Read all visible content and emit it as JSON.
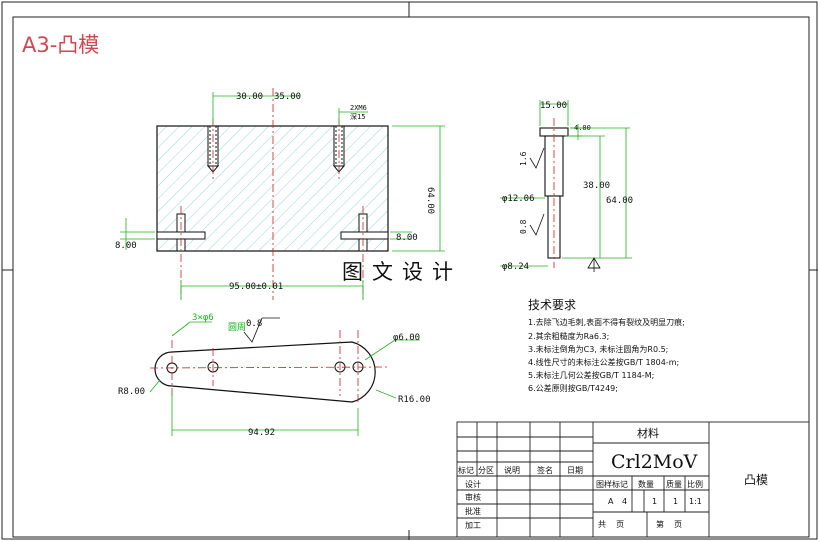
{
  "sheet": {
    "size_label": "A3-凸模"
  },
  "main_title": "图文设计",
  "front_view": {
    "dim_top_left": "30.00",
    "dim_top_right": "35.00",
    "dim_thread": "2XM6",
    "dim_thread_depth": "深15",
    "dim_height": "64.00",
    "dim_left": "8.00",
    "dim_right": "8.00",
    "dim_bottom": "95.00±0.01"
  },
  "pin_view": {
    "dim_head": "15.00",
    "dim_head_h": "4.00",
    "dim_shank": "38.00",
    "dim_total": "64.00",
    "dim_dia_upper": "φ12.06",
    "dim_dia_lower": "φ8.24",
    "rough_upper": "1.6",
    "rough_lower": "0.8"
  },
  "plan_view": {
    "dim_holes": "3×φ6",
    "label_rim": "圆周",
    "rough": "0.8",
    "dim_hole_right": "φ6.00",
    "dim_r_left": "R8.00",
    "dim_r_right": "R16.00",
    "dim_length": "94.92"
  },
  "tech_requirements": {
    "title": "技术要求",
    "items": [
      "1.去除飞边毛刺,表面不得有裂纹及明显刀痕;",
      "2.其余粗糙度为Ra6.3;",
      "3.未标注倒角为C3, 未标注圆角为R0.5;",
      "4.线性尺寸的未标注公差按GB/T 1804-m;",
      "5.未标注几何公差按GB/T 1184-M;",
      "6.公差原则按GB/T4249;"
    ]
  },
  "title_block": {
    "material_label": "材料",
    "material_value": "Crl2MoV",
    "part_name": "凸模",
    "rev_headers": [
      "标记",
      "分区",
      "说明",
      "签名",
      "日期"
    ],
    "roles": [
      "设计",
      "审核",
      "批准",
      "加工"
    ],
    "stage_label": "图样标记",
    "qty_label": "数量",
    "weight_label": "质量",
    "scale_label": "比例",
    "stage_a": "A",
    "stage_4": "4",
    "qty_value": "1",
    "weight_value": "1",
    "scale_value": "1:1",
    "total_sheets_label": "共    页",
    "sheet_no_label": "第    页"
  },
  "colors": {
    "border": "#222222",
    "dimension": "#1db31d",
    "centerline": "#cc2222",
    "hatch": "#7ccdcd",
    "heading": "#d2474f"
  }
}
